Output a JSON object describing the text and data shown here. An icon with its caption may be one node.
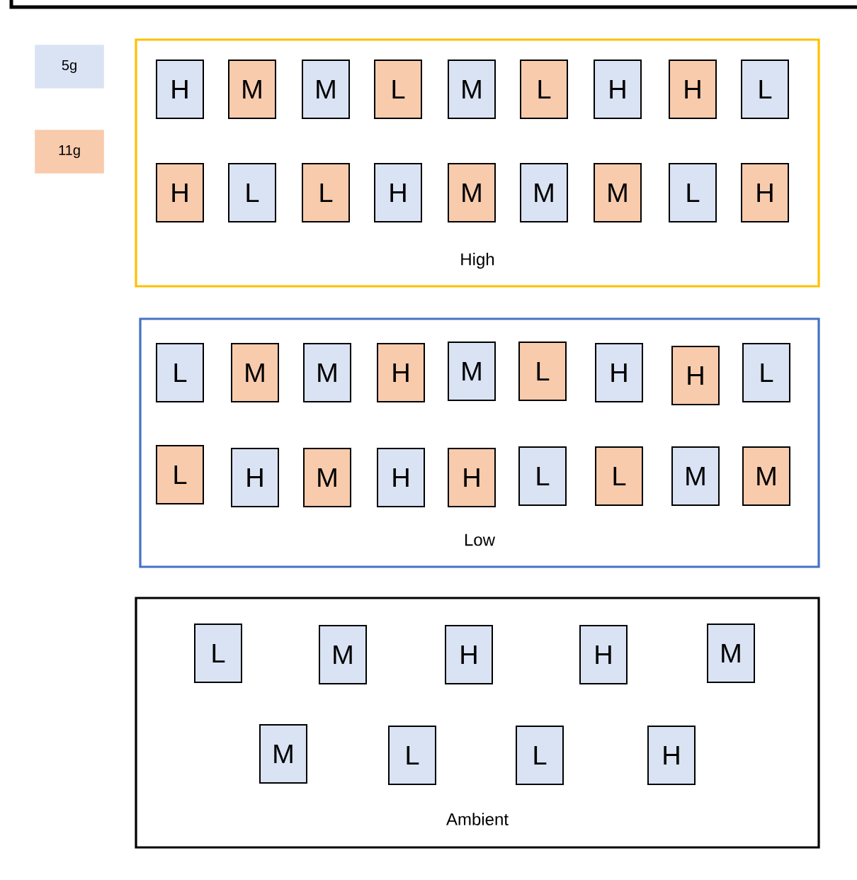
{
  "diagram": {
    "nodes": [
      {
        "text": [
          "High"
        ]
      },
      {
        "text": [
          "H"
        ],
        "in": 0
      },
      {
        "text": [
          "M"
        ],
        "in": 0
      },
      {
        "text": [
          "M"
        ],
        "in": 0
      },
      {
        "text": [
          "L"
        ],
        "in": 0
      },
      {
        "text": [
          "M"
        ],
        "in": 0
      },
      {
        "text": [
          "L"
        ],
        "in": 0
      },
      {
        "text": [
          "H"
        ],
        "in": 0
      },
      {
        "text": [
          "H"
        ],
        "in": 0
      },
      {
        "text": [
          "L"
        ],
        "in": 0
      },
      {
        "text": [
          "H"
        ],
        "in": 0
      },
      {
        "text": [
          "L"
        ],
        "in": 0
      },
      {
        "text": [
          "L"
        ],
        "in": 0
      },
      {
        "text": [
          "H"
        ],
        "in": 0
      },
      {
        "text": [
          "M"
        ],
        "in": 0
      },
      {
        "text": [
          "M"
        ],
        "in": 0
      },
      {
        "text": [
          "M"
        ],
        "in": 0
      },
      {
        "text": [
          "L"
        ],
        "in": 0
      },
      {
        "text": [
          "H"
        ],
        "in": 0
      },
      {
        "text": [
          "Low"
        ]
      },
      {
        "text": [
          "L"
        ],
        "in": 19
      },
      {
        "text": [
          "M"
        ],
        "in": 19
      },
      {
        "text": [
          "M"
        ],
        "in": 19
      },
      {
        "text": [
          "H"
        ],
        "in": 19
      },
      {
        "text": [
          "M"
        ],
        "in": 19
      },
      {
        "text": [
          "L"
        ],
        "in": 19
      },
      {
        "text": [
          "H"
        ],
        "in": 19
      },
      {
        "text": [
          "H"
        ],
        "in": 19
      },
      {
        "text": [
          "L"
        ],
        "in": 19
      },
      {
        "text": [
          "L"
        ],
        "in": 19
      },
      {
        "text": [
          "H"
        ],
        "in": 19
      },
      {
        "text": [
          "M"
        ],
        "in": 19
      },
      {
        "text": [
          "H"
        ],
        "in": 19
      },
      {
        "text": [
          "H"
        ],
        "in": 19
      },
      {
        "text": [
          "L"
        ],
        "in": 19
      },
      {
        "text": [
          "L"
        ],
        "in": 19
      },
      {
        "text": [
          "M"
        ],
        "in": 19
      },
      {
        "text": [
          "M"
        ],
        "in": 19
      },
      {
        "text": [
          "Ambient"
        ]
      },
      {
        "text": [
          "L"
        ],
        "in": 38
      },
      {
        "text": [
          "M"
        ],
        "in": 38
      },
      {
        "text": [
          "H"
        ],
        "in": 38
      },
      {
        "text": [
          "H"
        ],
        "in": 38
      },
      {
        "text": [
          "M"
        ],
        "in": 38
      },
      {
        "text": [
          "M"
        ],
        "in": 38
      },
      {
        "text": [
          "L"
        ],
        "in": 38
      },
      {
        "text": [
          "L"
        ],
        "in": 38
      },
      {
        "text": [
          "H"
        ],
        "in": 38
      }
    ],
    "legend": [
      {
        "text": "5g",
        "color": "#dae3f3"
      },
      {
        "text": "11g",
        "color": "#f8cbad"
      }
    ]
  }
}
